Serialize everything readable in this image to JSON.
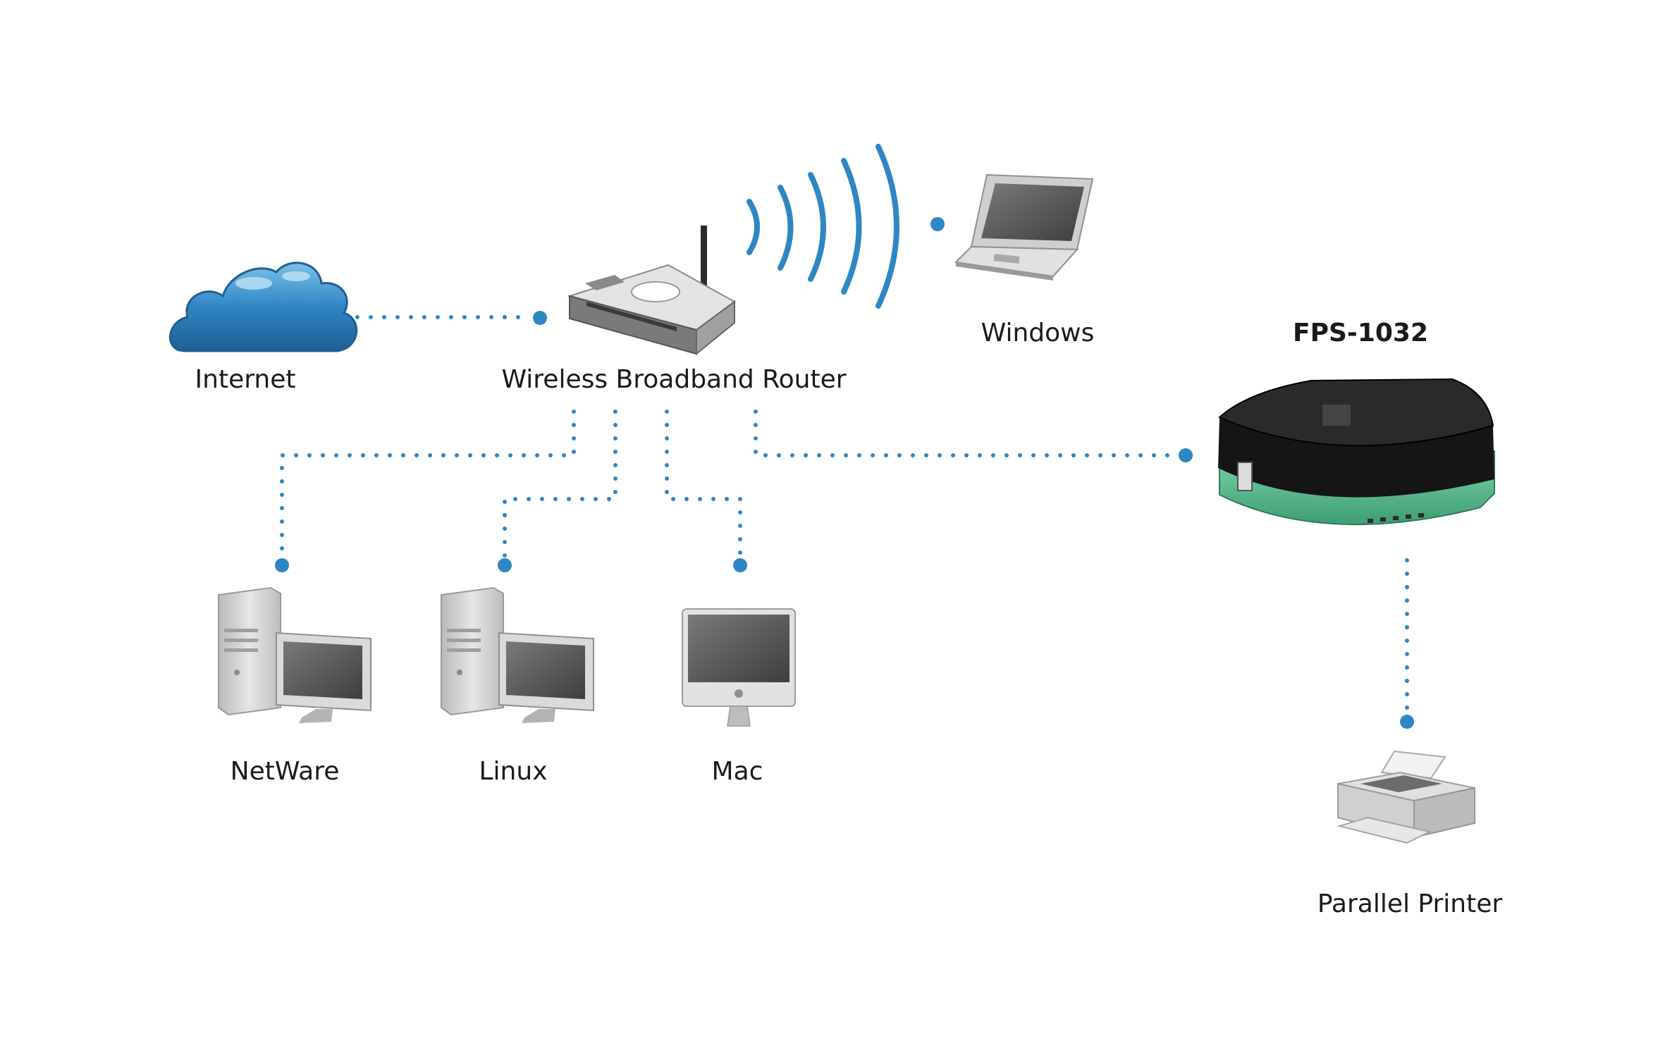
{
  "colors": {
    "connector": "#2e87c2",
    "cloud": "#2f86c3",
    "device_grey": "#c9c9c9",
    "screen": "#5a5a5a",
    "print_server_body": "#151515",
    "print_server_base": "#5fbf95"
  },
  "labels": {
    "internet": "Internet",
    "router": "Wireless Broadband Router",
    "windows": "Windows",
    "print_server": "FPS-1032",
    "netware": "NetWare",
    "linux": "Linux",
    "mac": "Mac",
    "printer": "Parallel Printer"
  },
  "icons": {
    "internet": "cloud-icon",
    "router": "wireless-router-icon",
    "windows": "laptop-icon",
    "print_server": "print-server-icon",
    "netware": "desktop-computer-icon",
    "linux": "desktop-computer-icon",
    "mac": "imac-icon",
    "printer": "printer-icon"
  }
}
